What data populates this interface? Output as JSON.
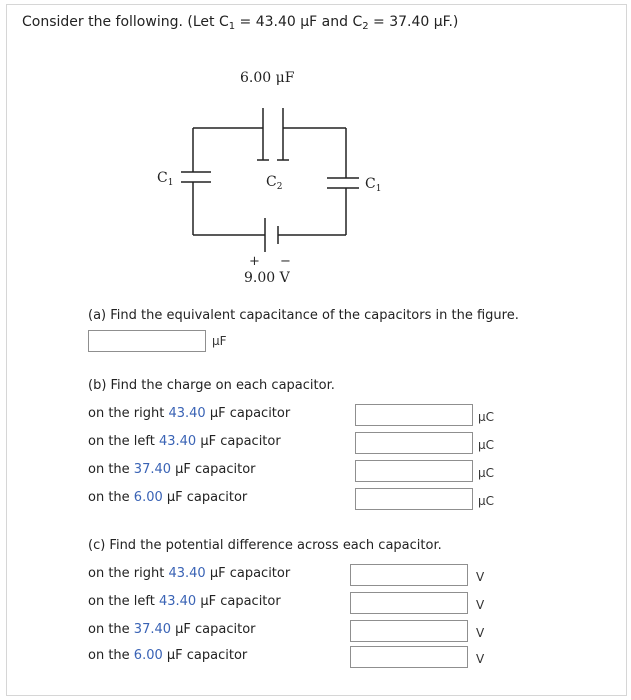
{
  "problem": {
    "intro": "Consider the following. (Let ",
    "c1_sym": "C",
    "c1_sub": "1",
    "c1_value": " = 43.40 μF and ",
    "c2_sym": "C",
    "c2_sub": "2",
    "c2_value": " = 37.40 μF.)"
  },
  "figure": {
    "top_cap_label": "6.00 μF",
    "left_cap_label": "C",
    "left_cap_sub": "1",
    "middle_cap_label": "C",
    "middle_cap_sub": "2",
    "right_cap_label": "C",
    "right_cap_sub": "1",
    "battery_plus": "+",
    "battery_minus": "−",
    "battery_label": "9.00 V"
  },
  "part_a": {
    "prompt": "(a) Find the equivalent capacitance of the capacitors in the figure.",
    "input_value": "",
    "unit": "μF"
  },
  "part_b": {
    "prompt": "(b) Find the charge on each capacitor.",
    "rows": [
      {
        "pre": "on the right ",
        "val": "43.40",
        "post": " μF capacitor",
        "input_value": "",
        "unit": "μC"
      },
      {
        "pre": "on the left ",
        "val": "43.40",
        "post": " μF capacitor",
        "input_value": "",
        "unit": "μC"
      },
      {
        "pre": "on the ",
        "val": "37.40",
        "post": " μF capacitor",
        "input_value": "",
        "unit": "μC"
      },
      {
        "pre": "on the ",
        "val": "6.00",
        "post": " μF capacitor",
        "input_value": "",
        "unit": "μC"
      }
    ]
  },
  "part_c": {
    "prompt": "(c) Find the potential difference across each capacitor.",
    "rows": [
      {
        "pre": "on the right ",
        "val": "43.40",
        "post": " μF capacitor",
        "input_value": "",
        "unit": "V"
      },
      {
        "pre": "on the left ",
        "val": "43.40",
        "post": " μF capacitor",
        "input_value": "",
        "unit": "V"
      },
      {
        "pre": "on the ",
        "val": "37.40",
        "post": " μF capacitor",
        "input_value": "",
        "unit": "V"
      },
      {
        "pre": "on the ",
        "val": "6.00",
        "post": " μF capacitor",
        "input_value": "",
        "unit": "V"
      }
    ]
  }
}
